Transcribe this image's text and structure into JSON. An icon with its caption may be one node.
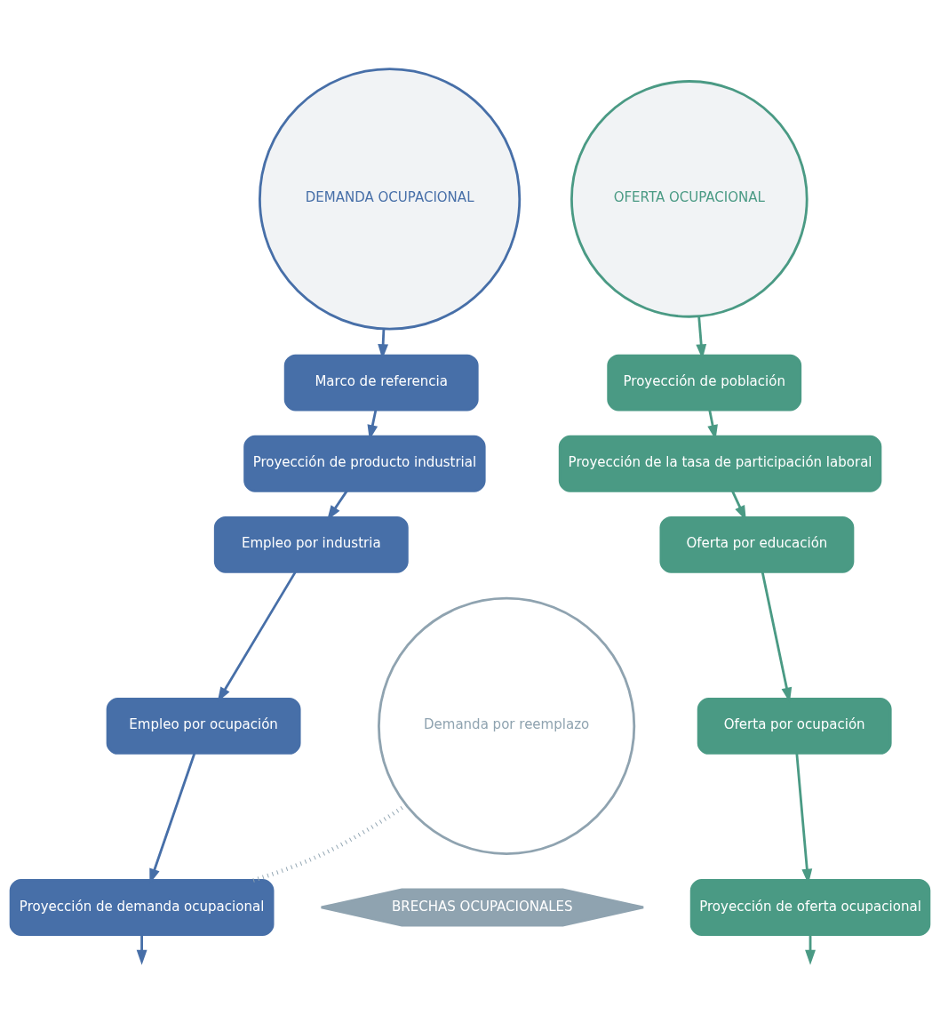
{
  "diagram": {
    "nodes": [
      {
        "text": [
          "DEMANDA OCUPACIONAL"
        ]
      },
      {
        "text": [
          "Marco de referencia"
        ]
      },
      {
        "text": [
          "Proyección de producto industrial"
        ]
      },
      {
        "text": [
          "Empleo por industria"
        ]
      },
      {
        "text": [
          "Empleo por ocupación"
        ]
      },
      {
        "text": [
          "Proyección de demanda ocupacional"
        ]
      },
      {
        "text": [
          "OFERTA OCUPACIONAL"
        ]
      },
      {
        "text": [
          "Proyección de población"
        ]
      },
      {
        "text": [
          "Proyección de la tasa de participación laboral"
        ]
      },
      {
        "text": [
          "Oferta por educación"
        ]
      },
      {
        "text": [
          "Oferta por ocupación"
        ]
      },
      {
        "text": [
          "Proyección de oferta ocupacional"
        ]
      },
      {
        "text": [
          "Demanda por reemplazo"
        ]
      },
      {
        "text": [
          "BRECHAS OCUPACIONALES"
        ]
      }
    ],
    "edges": [
      {
        "from": 0,
        "to": 1,
        "arrow": "to"
      },
      {
        "from": 1,
        "to": 2,
        "arrow": "to"
      },
      {
        "from": 2,
        "to": 3,
        "arrow": "to"
      },
      {
        "from": 3,
        "to": 4,
        "arrow": "to"
      },
      {
        "from": 4,
        "to": 5,
        "arrow": "to"
      },
      {
        "from": 5,
        "to": null,
        "arrow": "to"
      },
      {
        "from": 6,
        "to": 7,
        "arrow": "to"
      },
      {
        "from": 7,
        "to": 8,
        "arrow": "to"
      },
      {
        "from": 8,
        "to": 9,
        "arrow": "to"
      },
      {
        "from": 9,
        "to": 10,
        "arrow": "to"
      },
      {
        "from": 10,
        "to": 11,
        "arrow": "to"
      },
      {
        "from": 11,
        "to": null,
        "arrow": "to"
      },
      {
        "from": 12,
        "to": 5,
        "arrow": "none",
        "style": "dashed",
        "color": "#8fa3b0"
      }
    ]
  }
}
